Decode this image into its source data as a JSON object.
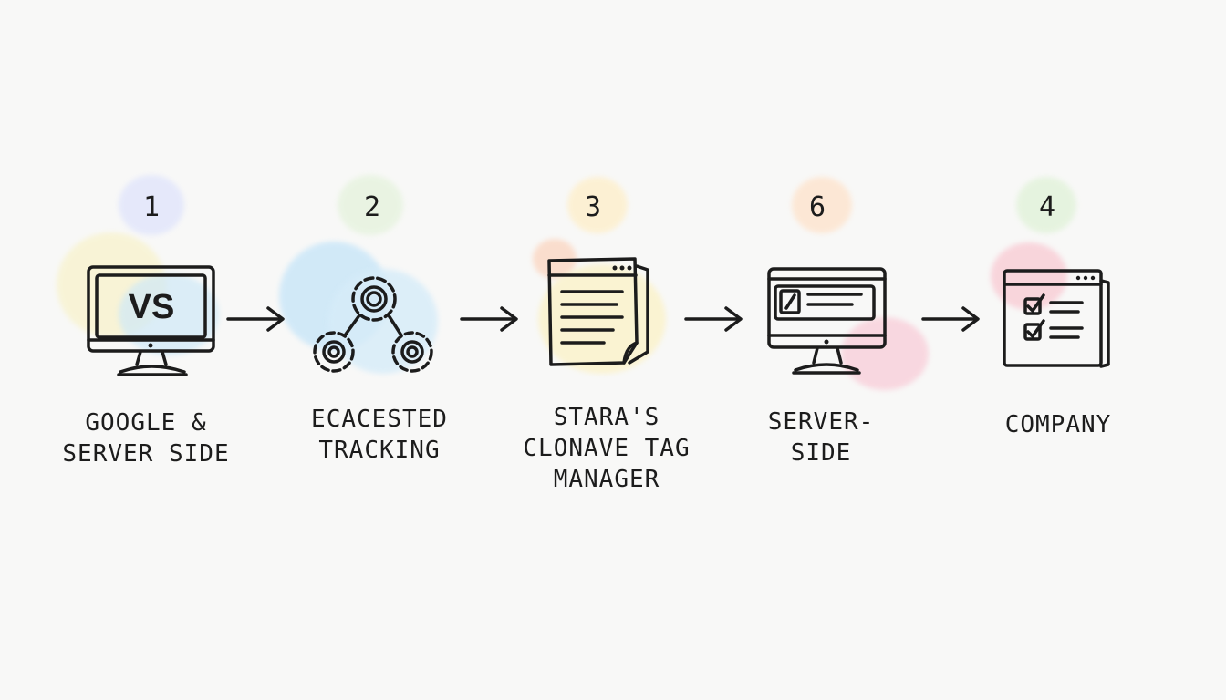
{
  "colors": {
    "ink": "#1c1c1c",
    "background": "#f8f8f7",
    "accent_blue": "#bfe3f7",
    "accent_yellow": "#fbf1c4",
    "accent_green": "#dff0d8",
    "accent_pink": "#f9cfd9",
    "accent_orange": "#fde3cf",
    "accent_lavender": "#dfe3fb"
  },
  "steps": [
    {
      "number": "1",
      "icon": "monitor-vs-icon",
      "screen_text": "VS",
      "label_lines": [
        "GOOGLE &",
        "SERVER SIDE"
      ]
    },
    {
      "number": "2",
      "icon": "gears-icon",
      "label_lines": [
        "ECACESTED",
        "TRACKING"
      ]
    },
    {
      "number": "3",
      "icon": "document-icon",
      "label_lines": [
        "STARA'S",
        "CLONAVE TAG",
        "MANAGER"
      ]
    },
    {
      "number": "6",
      "icon": "monitor-window-icon",
      "label_lines": [
        "SERVER-",
        "SIDE"
      ]
    },
    {
      "number": "4",
      "icon": "checklist-window-icon",
      "label_lines": [
        "COMPANY"
      ]
    }
  ],
  "connectors": [
    "arrow-icon",
    "arrow-icon",
    "arrow-icon",
    "arrow-icon"
  ]
}
